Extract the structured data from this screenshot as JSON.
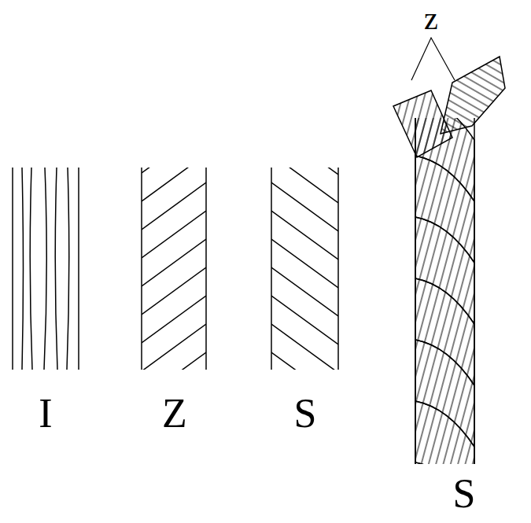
{
  "diagram": {
    "labels": [
      "I",
      "Z",
      "S",
      "z",
      "S"
    ]
  }
}
